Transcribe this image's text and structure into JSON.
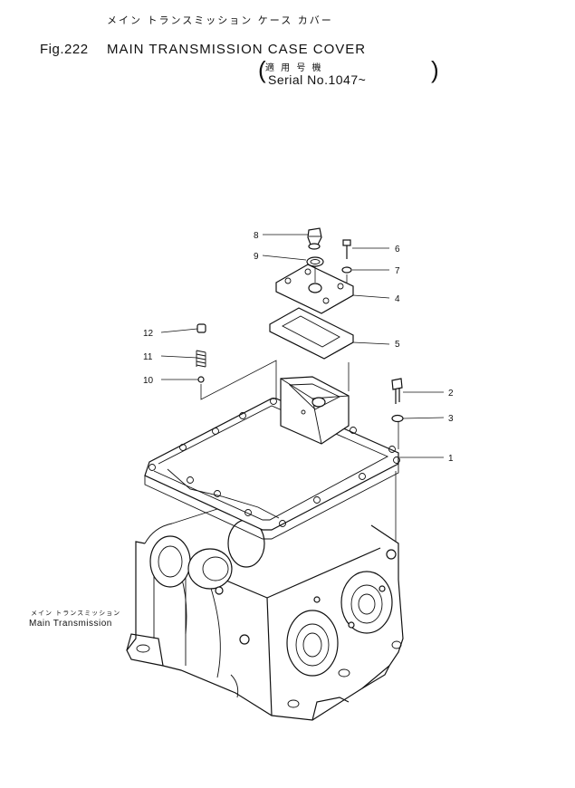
{
  "header": {
    "fig_label": "Fig.222",
    "title_kana": "メイン トランスミッション ケース カバー",
    "title": "MAIN TRANSMISSION CASE COVER",
    "applicable_kanji": "適 用 号 機",
    "serial": "Serial No.1047~"
  },
  "annotation": {
    "kana": "メイン トランスミッション",
    "label": "Main Transmission"
  },
  "callouts": [
    "1",
    "2",
    "3",
    "4",
    "5",
    "6",
    "7",
    "8",
    "9",
    "10",
    "11",
    "12"
  ]
}
